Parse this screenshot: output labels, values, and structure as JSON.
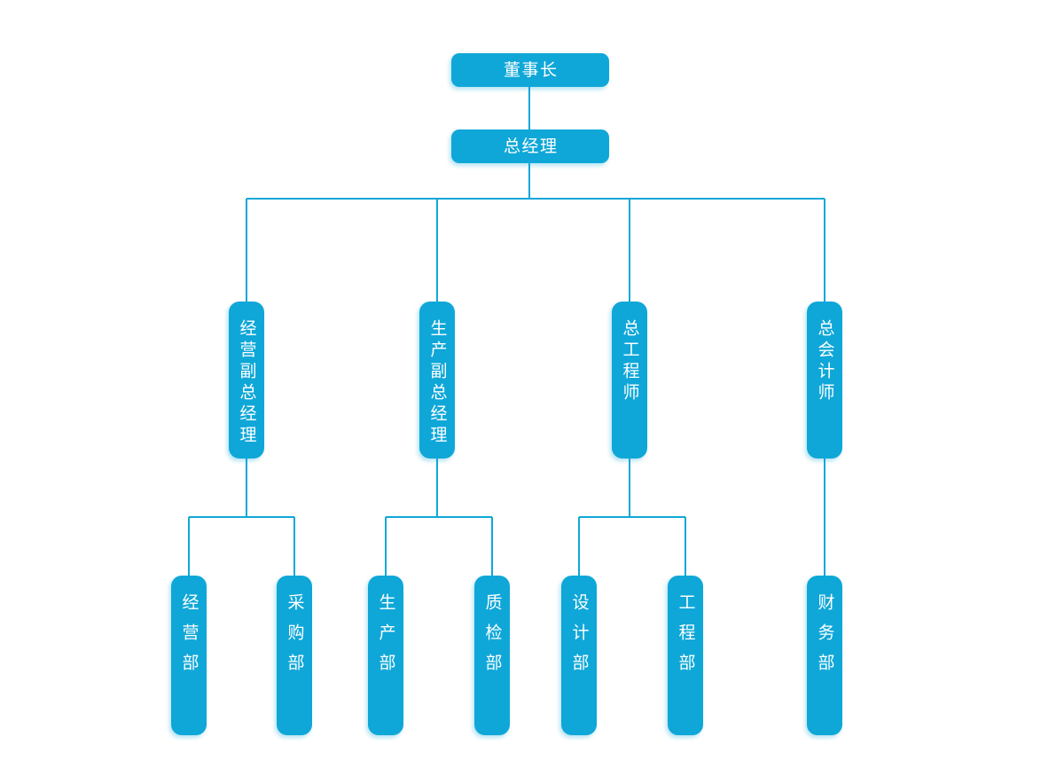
{
  "diagram": {
    "type": "org-chart",
    "accent_color": "#0fa7d8",
    "text_color": "#ffffff",
    "background_color": "#ffffff",
    "nodes": {
      "chairman": "董事长",
      "general_manager": "总经理",
      "vp_business": "经营副总经理",
      "vp_production": "生产副总经理",
      "chief_engineer": "总工程师",
      "chief_accountant": "总会计师",
      "dept_business": "经营部",
      "dept_purchasing": "采购部",
      "dept_production": "生产部",
      "dept_quality": "质检部",
      "dept_design": "设计部",
      "dept_engineering": "工程部",
      "dept_finance": "财务部"
    },
    "edges": [
      [
        "董事长",
        "总经理"
      ],
      [
        "总经理",
        "经营副总经理"
      ],
      [
        "总经理",
        "生产副总经理"
      ],
      [
        "总经理",
        "总工程师"
      ],
      [
        "总经理",
        "总会计师"
      ],
      [
        "经营副总经理",
        "经营部"
      ],
      [
        "经营副总经理",
        "采购部"
      ],
      [
        "生产副总经理",
        "生产部"
      ],
      [
        "生产副总经理",
        "质检部"
      ],
      [
        "总工程师",
        "设计部"
      ],
      [
        "总工程师",
        "工程部"
      ],
      [
        "总会计师",
        "财务部"
      ]
    ]
  }
}
